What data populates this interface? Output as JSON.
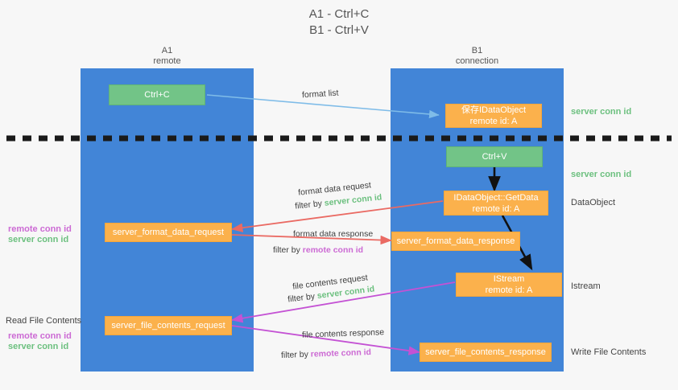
{
  "title": {
    "line1": "A1 - Ctrl+C",
    "line2": "B1 - Ctrl+V"
  },
  "lanes": [
    {
      "id": "A1",
      "name": "A1",
      "role": "remote"
    },
    {
      "id": "B1",
      "name": "B1",
      "role": "connection"
    }
  ],
  "nodes": [
    {
      "key": "ctrl_c",
      "line1": "Ctrl+C",
      "line2": "",
      "color": "#72c487"
    },
    {
      "key": "save_idataobject",
      "line1": "保存IDataObject",
      "line2": "remote id: A",
      "color": "#fbb14c"
    },
    {
      "key": "ctrl_v",
      "line1": "Ctrl+V",
      "line2": "",
      "color": "#72c487"
    },
    {
      "key": "getdata",
      "line1": "IDataObject::GetData",
      "line2": "remote id: A",
      "color": "#fbb14c"
    },
    {
      "key": "sfdreq",
      "line1": "server_format_data_request",
      "line2": "",
      "color": "#fbb14c"
    },
    {
      "key": "sfdresp",
      "line1": "server_format_data_response",
      "line2": "",
      "color": "#fbb14c"
    },
    {
      "key": "istream",
      "line1": "IStream",
      "line2": "remote id: A",
      "color": "#fbb14c"
    },
    {
      "key": "sfcreq",
      "line1": "server_file_contents_request",
      "line2": "",
      "color": "#fbb14c"
    },
    {
      "key": "sfcresp",
      "line1": "server_file_contents_response",
      "line2": "",
      "color": "#fbb14c"
    }
  ],
  "edges": {
    "format_list": "format list",
    "fd_request_l1": "format data request",
    "fd_request_l2_pre": "filter by ",
    "fd_request_l2_id": "server conn id",
    "fd_response_l1": "format data response",
    "fd_response_l2_pre": "filter by ",
    "fd_response_l2_id": "remote conn id",
    "fc_request_l1": "file contents request",
    "fc_request_l2_pre": "filter by ",
    "fc_request_l2_id": "server conn id",
    "fc_response_l1": "file contents response",
    "fc_response_l2_pre": "filter by ",
    "fc_response_l2_id": "remote conn id"
  },
  "right_labels": [
    {
      "key": "server_conn_id_1",
      "text": "server conn id",
      "kind": "green"
    },
    {
      "key": "server_conn_id_2",
      "text": "server conn id",
      "kind": "green"
    },
    {
      "key": "dataobject",
      "text": "DataObject",
      "kind": "dark"
    },
    {
      "key": "istream",
      "text": "Istream",
      "kind": "dark"
    },
    {
      "key": "write_file",
      "text": "Write File Contents",
      "kind": "dark"
    }
  ],
  "left_labels": [
    {
      "key": "fd_remote",
      "text": "remote conn id",
      "kind": "purple"
    },
    {
      "key": "fd_server",
      "text": "server conn id",
      "kind": "green"
    },
    {
      "key": "read_file",
      "text": "Read File Contents",
      "kind": "dark"
    },
    {
      "key": "fc_remote",
      "text": "remote conn id",
      "kind": "purple"
    },
    {
      "key": "fc_server",
      "text": "server conn id",
      "kind": "green"
    }
  ],
  "colors": {
    "lane": "#4285d7",
    "green_box": "#72c487",
    "orange_box": "#fbb14c",
    "arrow_blue": "#7fbce8",
    "arrow_red": "#ea6a63",
    "arrow_magenta": "#c452d4",
    "arrow_black": "#111111",
    "green_text": "#6cc07f",
    "purple_text": "#cc6ad4",
    "divider": "#1a1a1a"
  }
}
